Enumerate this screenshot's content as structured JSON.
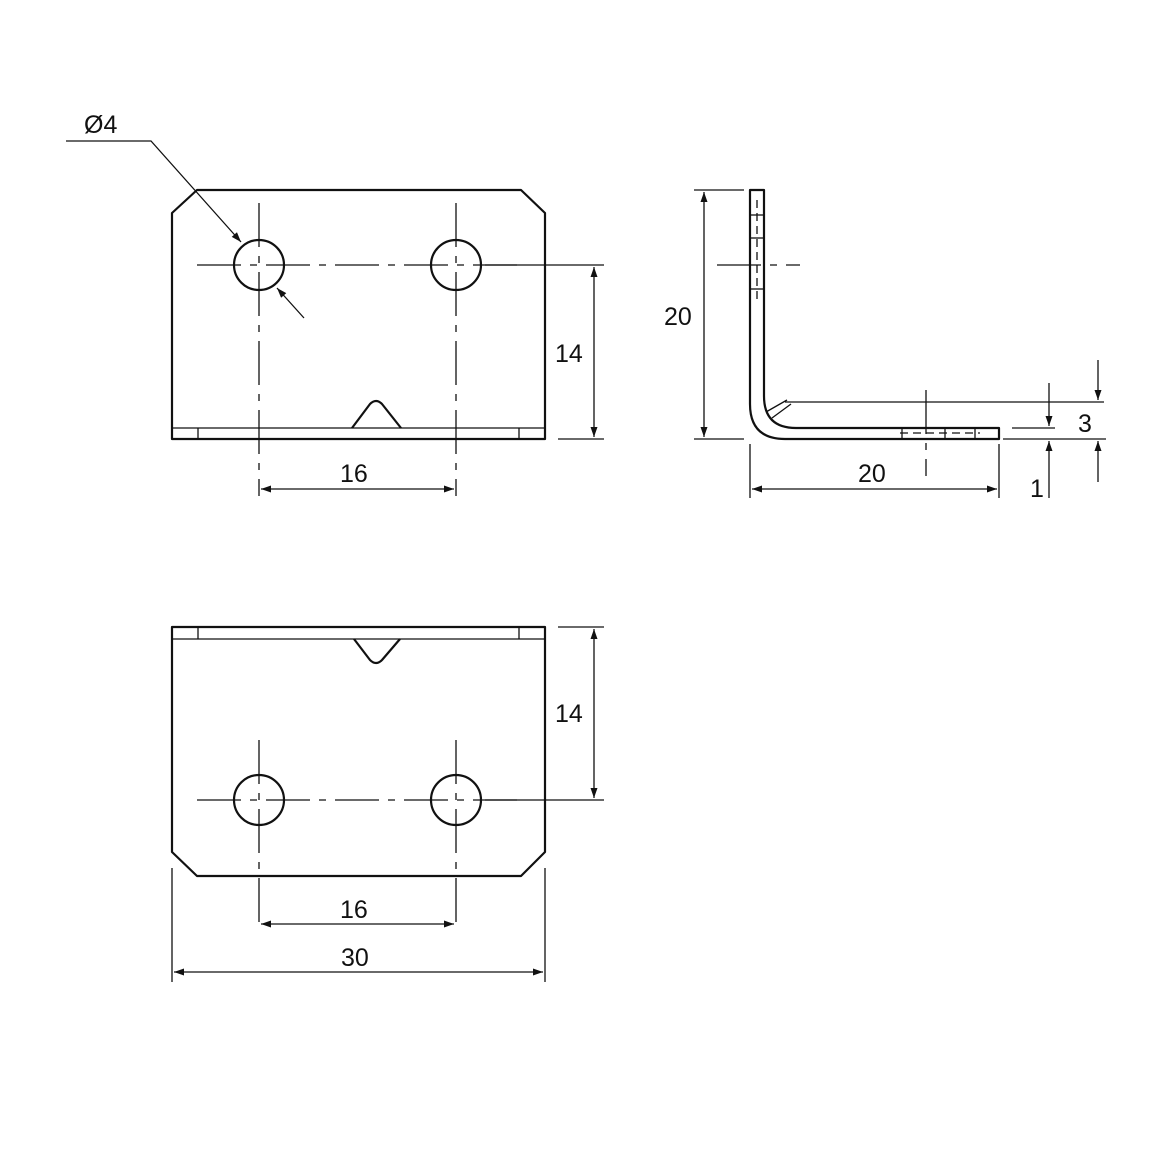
{
  "labels": {
    "hole_diameter": "Ø4",
    "front_hole_spacing": "16",
    "front_height": "14",
    "side_height": "20",
    "side_length": "20",
    "side_offset": "3",
    "thickness": "1",
    "bottom_height": "14",
    "bottom_hole_spacing": "16",
    "bottom_width": "30"
  }
}
